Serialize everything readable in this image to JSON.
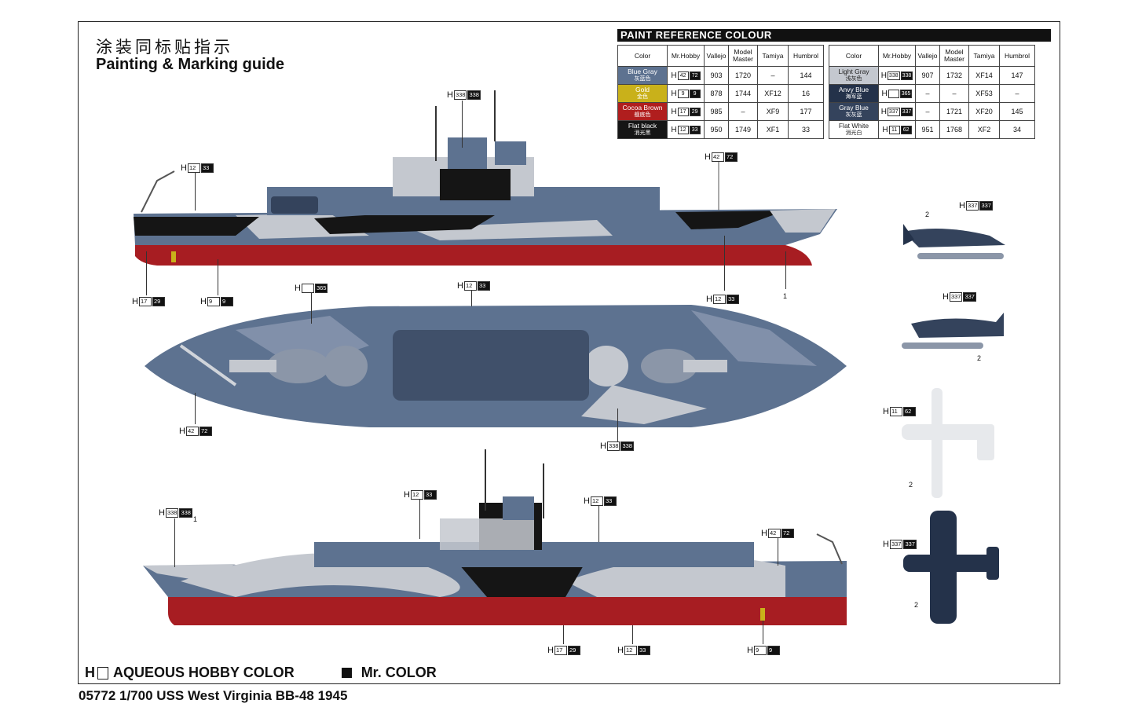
{
  "title_cn": "涂装同标贴指示",
  "title_en": "Painting & Marking guide",
  "paint_table": {
    "header": "PAINT  REFERENCE COLOUR",
    "columns": [
      "Color",
      "Mr.Hobby",
      "Vallejo",
      "Model Master",
      "Tamiya",
      "Humbrol"
    ],
    "left_rows": [
      {
        "name": "Blue Gray",
        "cn": "灰蓝色",
        "color": "#5d7290",
        "h": "42",
        "mr": "72",
        "vallejo": "903",
        "mm": "1720",
        "tamiya": "–",
        "humbrol": "144"
      },
      {
        "name": "Gold",
        "cn": "金色",
        "color": "#c9b11a",
        "h": "9",
        "mr": "9",
        "vallejo": "878",
        "mm": "1744",
        "tamiya": "XF12",
        "humbrol": "16"
      },
      {
        "name": "Cocoa Brown",
        "cn": "舰底色",
        "color": "#b01e1e",
        "h": "17",
        "mr": "29",
        "vallejo": "985",
        "mm": "–",
        "tamiya": "XF9",
        "humbrol": "177"
      },
      {
        "name": "Flat black",
        "cn": "消光黑",
        "color": "#151515",
        "h": "12",
        "mr": "33",
        "vallejo": "950",
        "mm": "1749",
        "tamiya": "XF1",
        "humbrol": "33"
      }
    ],
    "right_rows": [
      {
        "name": "Light Gray",
        "cn": "浅灰色",
        "color": "#c4c8cf",
        "dark_text": true,
        "h": "338",
        "mr": "338",
        "vallejo": "907",
        "mm": "1732",
        "tamiya": "XF14",
        "humbrol": "147"
      },
      {
        "name": "Anvy Blue",
        "cn": "海军蓝",
        "color": "#24324a",
        "h": "",
        "mr": "365",
        "vallejo": "–",
        "mm": "–",
        "tamiya": "XF53",
        "humbrol": "–"
      },
      {
        "name": "Gray Blue",
        "cn": "灰灰蓝",
        "color": "#34435c",
        "h": "337",
        "mr": "337",
        "vallejo": "–",
        "mm": "1721",
        "tamiya": "XF20",
        "humbrol": "145"
      },
      {
        "name": "Flat White",
        "cn": "消光白",
        "color": "#ffffff",
        "dark_text": true,
        "h": "11",
        "mr": "62",
        "vallejo": "951",
        "mm": "1768",
        "tamiya": "XF2",
        "humbrol": "34"
      }
    ]
  },
  "callouts": {
    "c1": {
      "h": "12",
      "m": "33"
    },
    "c2": {
      "h": "338",
      "m": "338"
    },
    "c3": {
      "h": "42",
      "m": "72"
    },
    "c4": {
      "h": "17",
      "m": "29"
    },
    "c5": {
      "h": "9",
      "m": "9"
    },
    "c6": {
      "h": "12",
      "m": "33"
    },
    "c7": {
      "h": "",
      "m": "365"
    },
    "c8": {
      "h": "12",
      "m": "33"
    },
    "c9": {
      "h": "42",
      "m": "72"
    },
    "c10": {
      "h": "338",
      "m": "338"
    },
    "c11": {
      "h": "338",
      "m": "338"
    },
    "c12": {
      "h": "12",
      "m": "33"
    },
    "c13": {
      "h": "12",
      "m": "33"
    },
    "c14": {
      "h": "42",
      "m": "72"
    },
    "c15": {
      "h": "17",
      "m": "29"
    },
    "c16": {
      "h": "12",
      "m": "33"
    },
    "c17": {
      "h": "9",
      "m": "9"
    },
    "c18": {
      "h": "337",
      "m": "337"
    },
    "c19": {
      "h": "337",
      "m": "337"
    },
    "c20": {
      "h": "11",
      "m": "62"
    },
    "c21": {
      "h": "337",
      "m": "337"
    }
  },
  "numbers": {
    "n1": "1",
    "n2": "1",
    "p1": "2",
    "p2": "2",
    "p3": "2",
    "p4": "2"
  },
  "legend": {
    "h_prefix": "H",
    "aqueous": "AQUEOUS HOBBY COLOR",
    "mr": "Mr. COLOR"
  },
  "footer": "05772 1/700 USS West Virginia BB-48 1945",
  "colors": {
    "hull_red": "#a71d22",
    "blue_gray": "#5d7290",
    "light_gray": "#c4c8cf",
    "navy": "#24324a",
    "black": "#151515",
    "gold": "#c9b11a"
  }
}
